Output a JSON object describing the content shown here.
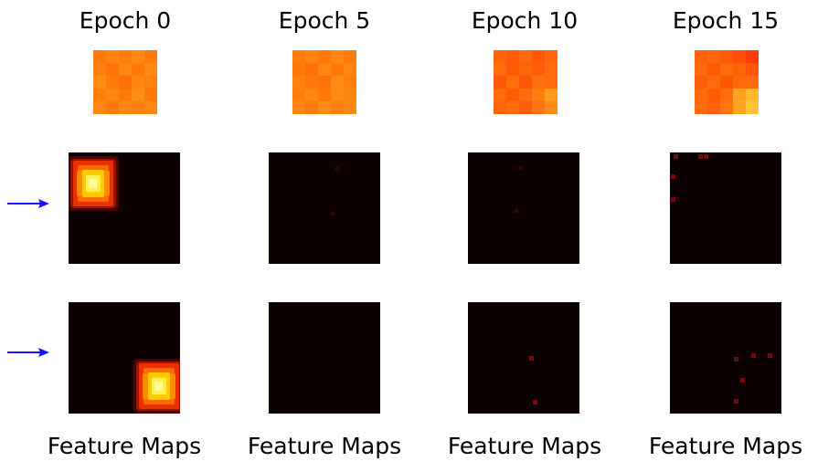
{
  "epochs": [
    "Epoch 0",
    "Epoch 5",
    "Epoch 10",
    "Epoch 15"
  ],
  "captions": [
    "Feature Maps",
    "Feature Maps",
    "Feature Maps",
    "Feature Maps"
  ],
  "colors": {
    "background": "#ffffff",
    "map_background": "#0c0000",
    "arrow": "#1515ff",
    "hot_core": "#ffff99",
    "hot_mid": "#ffcc00",
    "hot_edge": "#e83000"
  },
  "kernels": [
    [
      "#ff7a0a",
      "#ff8410",
      "#ff7d0c",
      "#ff8814",
      "#ff7a0a",
      "#ff800e",
      "#ff740a",
      "#ff8612",
      "#ff780a",
      "#ff8814",
      "#ff8a14",
      "#ff7c0c",
      "#ff700a",
      "#ff8410",
      "#ff7e0c",
      "#ff7e0c",
      "#ff8612",
      "#ff7a0a",
      "#ff8e16",
      "#ff7a0a",
      "#ff8612",
      "#ff7a0a",
      "#ff8814",
      "#ff800e",
      "#ff8612"
    ],
    [
      "#ff7d0c",
      "#ff8410",
      "#ff7a0a",
      "#ff8612",
      "#ff7c0c",
      "#ff7a0a",
      "#ff720a",
      "#ff8612",
      "#ff7a0a",
      "#ff8612",
      "#ff8412",
      "#ff7a0a",
      "#ff740a",
      "#ff8a14",
      "#ff7e0c",
      "#ff7c0c",
      "#ff8612",
      "#ff780a",
      "#ff8a14",
      "#ff840f",
      "#ff8612",
      "#ff7c0c",
      "#ff8a14",
      "#ff800e",
      "#ff8814"
    ],
    [
      "#ff640a",
      "#ff5a08",
      "#ff6a0a",
      "#ff5808",
      "#ff680a",
      "#ff6c0a",
      "#ff5a08",
      "#ff640a",
      "#ff5e08",
      "#ff6c0a",
      "#ff5808",
      "#ff6e0a",
      "#ff5608",
      "#ff7010",
      "#ff6a0a",
      "#ff6c0a",
      "#ff5c08",
      "#ff6a0a",
      "#ff7e10",
      "#ff9a1c",
      "#ff640a",
      "#ff6c0a",
      "#ff5e08",
      "#ff7412",
      "#ff8a18"
    ],
    [
      "#ff620a",
      "#ff680a",
      "#ff5a08",
      "#ff4e08",
      "#ff3a04",
      "#ff6a0a",
      "#ff5a08",
      "#ff6a0a",
      "#ff6408",
      "#ff5608",
      "#ff5e08",
      "#ff6c0a",
      "#ff5608",
      "#ff6a0a",
      "#ff6c0a",
      "#ff6a0a",
      "#ff5c08",
      "#ff6c0a",
      "#ffa41e",
      "#ffb830",
      "#ff6a0a",
      "#ff620a",
      "#ff760e",
      "#ffa420",
      "#ffc23a"
    ]
  ],
  "feature_maps": [
    {
      "row": 0,
      "col": 0,
      "activation": "strong",
      "center": [
        0.22,
        0.28
      ]
    },
    {
      "row": 0,
      "col": 1,
      "activation": "none",
      "specks": [
        [
          0.6,
          0.13
        ],
        [
          0.56,
          0.53
        ]
      ]
    },
    {
      "row": 0,
      "col": 2,
      "activation": "none",
      "specks": [
        [
          0.46,
          0.12
        ],
        [
          0.42,
          0.51
        ]
      ]
    },
    {
      "row": 0,
      "col": 3,
      "activation": "weak",
      "specks": [
        [
          0.03,
          0.02
        ],
        [
          0.25,
          0.02
        ],
        [
          0.3,
          0.02
        ],
        [
          0.01,
          0.2
        ],
        [
          0.01,
          0.4
        ]
      ]
    },
    {
      "row": 1,
      "col": 0,
      "activation": "strong",
      "center": [
        0.81,
        0.75
      ]
    },
    {
      "row": 1,
      "col": 1,
      "activation": "none",
      "specks": []
    },
    {
      "row": 1,
      "col": 2,
      "activation": "weak",
      "specks": [
        [
          0.55,
          0.48
        ],
        [
          0.58,
          0.88
        ]
      ]
    },
    {
      "row": 1,
      "col": 3,
      "activation": "weak",
      "specks": [
        [
          0.57,
          0.49
        ],
        [
          0.73,
          0.46
        ],
        [
          0.88,
          0.46
        ],
        [
          0.63,
          0.68
        ],
        [
          0.57,
          0.87
        ]
      ]
    }
  ]
}
